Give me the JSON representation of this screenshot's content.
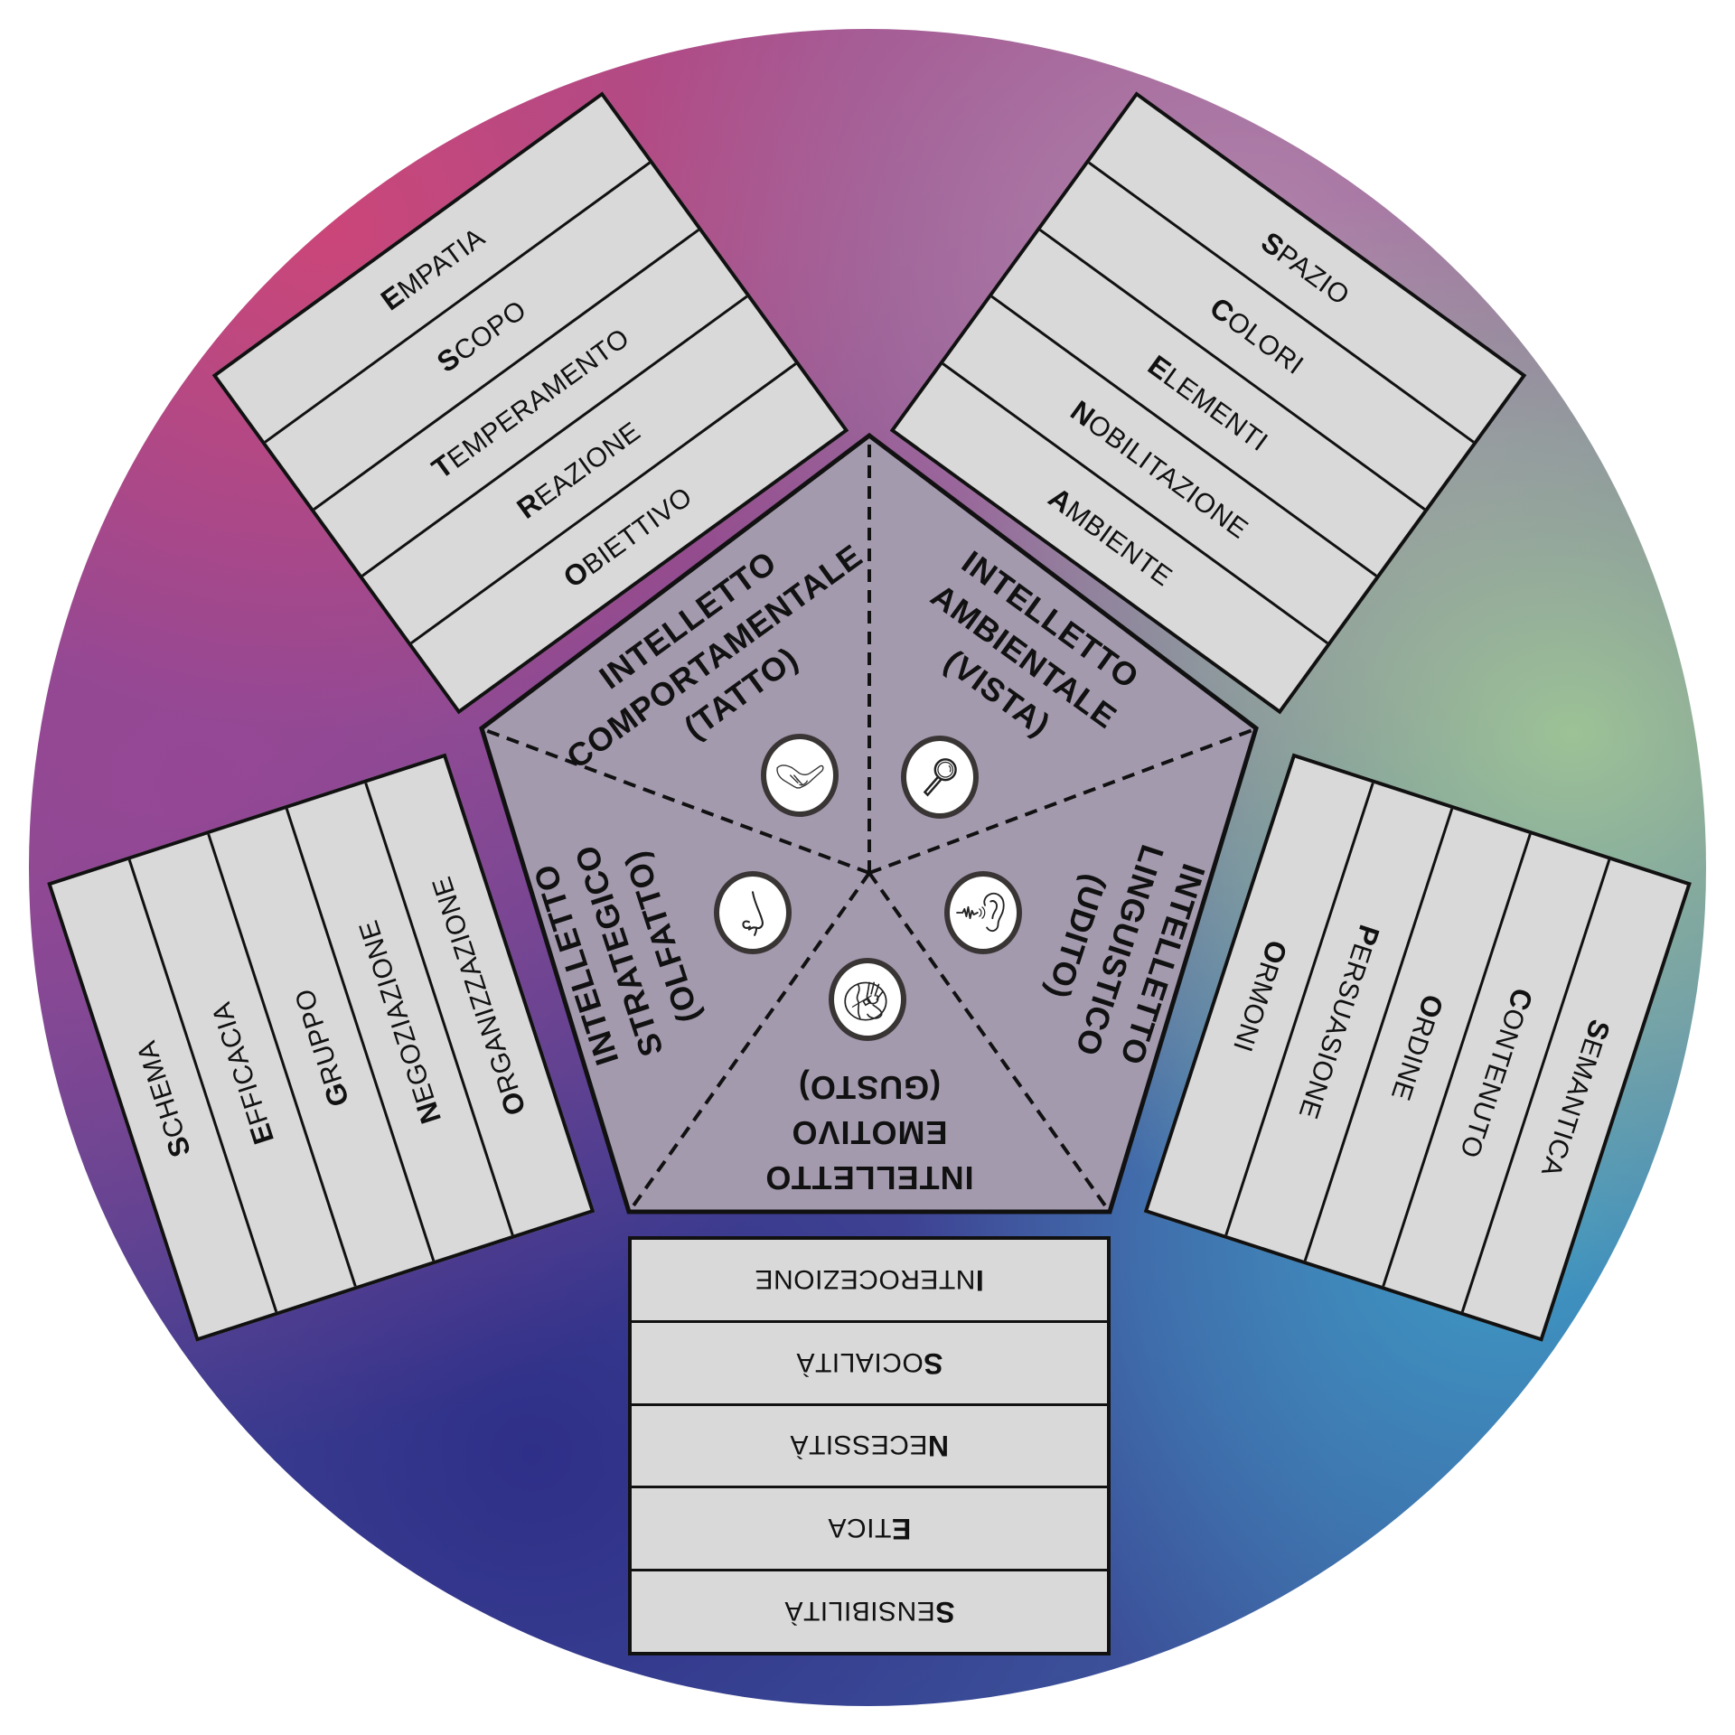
{
  "diagram": {
    "title": "Intelletti e sensi",
    "colors": {
      "panel_fill": "#d9d9d9",
      "pentagon_fill": "#a49aae",
      "stroke": "#111111",
      "icon_ring": "#3a3535"
    },
    "sectors": [
      {
        "id": "emotivo",
        "label_lines": [
          "INTELLETTO",
          "EMOTIVO",
          "(GUSTO)"
        ],
        "icon": "taste-icon",
        "panel_items": [
          {
            "initial": "I",
            "rest": "NTEROCEZIONE"
          },
          {
            "initial": "S",
            "rest": "OCIALITÀ"
          },
          {
            "initial": "N",
            "rest": "ECESSITÀ"
          },
          {
            "initial": "E",
            "rest": "TICA"
          },
          {
            "initial": "S",
            "rest": "ENSIBILITÀ"
          }
        ]
      },
      {
        "id": "strategico",
        "label_lines": [
          "INTELLETTO",
          "STRATEGICO",
          "(OLFATTO)"
        ],
        "icon": "nose-icon",
        "panel_items": [
          {
            "initial": "O",
            "rest": "RGANIZZAZIONE"
          },
          {
            "initial": "N",
            "rest": "EGOZIAZIONE"
          },
          {
            "initial": "G",
            "rest": "RUPPO"
          },
          {
            "initial": "E",
            "rest": "FFICACIA"
          },
          {
            "initial": "S",
            "rest": "CHEMA"
          }
        ]
      },
      {
        "id": "comportamentale",
        "label_lines": [
          "INTELLETTO",
          "COMPORTAMENTALE",
          "(TATTO)"
        ],
        "icon": "hands-touch-icon",
        "panel_items": [
          {
            "initial": "O",
            "rest": "BIETTIVO"
          },
          {
            "initial": "R",
            "rest": "EAZIONE"
          },
          {
            "initial": "T",
            "rest": "EMPERAMENTO"
          },
          {
            "initial": "S",
            "rest": "COPO"
          },
          {
            "initial": "E",
            "rest": "MPATIA"
          }
        ]
      },
      {
        "id": "ambientale",
        "label_lines": [
          "INTELLETTO",
          "AMBIENTALE",
          "(VISTA)"
        ],
        "icon": "magnifier-icon",
        "panel_items": [
          {
            "initial": "A",
            "rest": "MBIENTE"
          },
          {
            "initial": "N",
            "rest": "OBILITAZIONE"
          },
          {
            "initial": "E",
            "rest": "LEMENTI"
          },
          {
            "initial": "C",
            "rest": "OLORI"
          },
          {
            "initial": "S",
            "rest": "PAZIO"
          }
        ]
      },
      {
        "id": "linguistico",
        "label_lines": [
          "INTELLETTO",
          "LINGUISTICO",
          "(UDITO)"
        ],
        "icon": "ear-icon",
        "panel_items": [
          {
            "initial": "O",
            "rest": "RMONI"
          },
          {
            "initial": "P",
            "rest": "ERSUASIONE"
          },
          {
            "initial": "O",
            "rest": "RDINE"
          },
          {
            "initial": "C",
            "rest": "ONTENUTO"
          },
          {
            "initial": "S",
            "rest": "EMANTICA"
          }
        ]
      }
    ]
  }
}
